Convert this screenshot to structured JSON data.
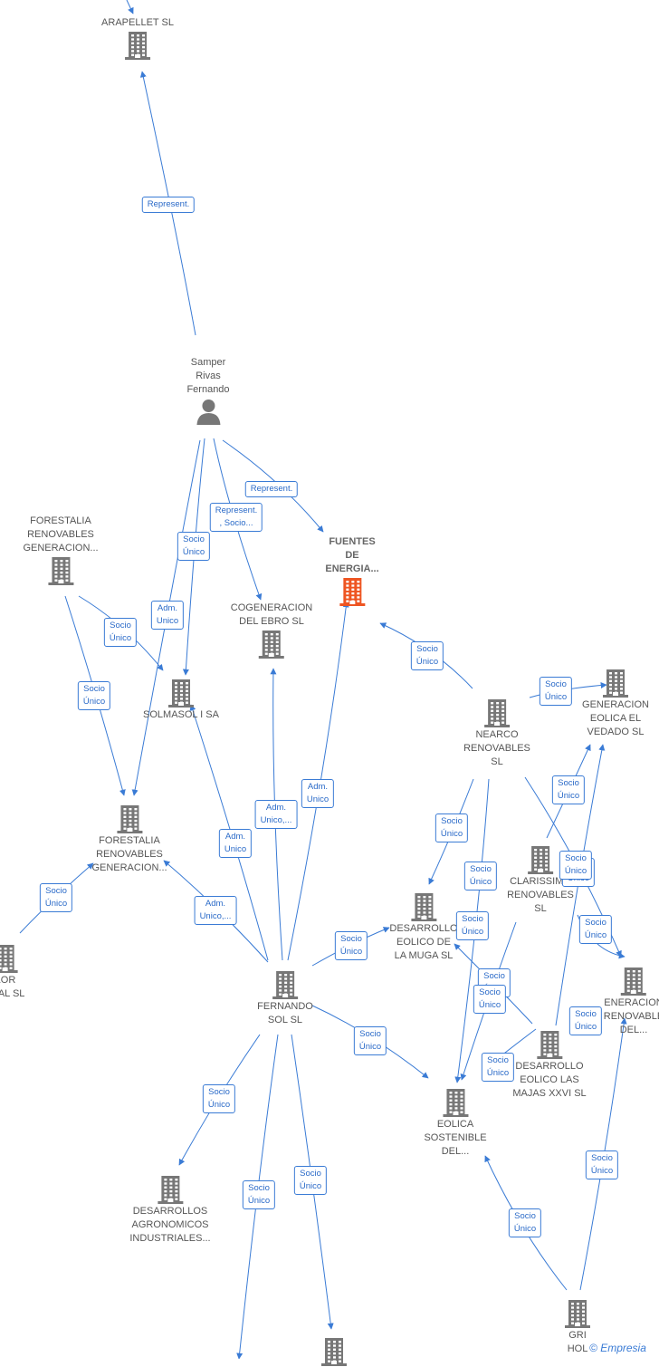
{
  "colors": {
    "edge": "#3a7bd5",
    "company": "#777777",
    "focus": "#ee5522",
    "person": "#777777"
  },
  "nodes": [
    {
      "id": "arapellet",
      "label": "ARAPELLET  SL",
      "type": "company"
    },
    {
      "id": "samper",
      "label": "Samper\nRivas\nFernando",
      "type": "person"
    },
    {
      "id": "forestalia1",
      "label": "FORESTALIA\nRENOVABLES\nGENERACION...",
      "type": "company"
    },
    {
      "id": "fuentes",
      "label": "FUENTES\nDE\nENERGIA...",
      "type": "focus"
    },
    {
      "id": "cogeneracion",
      "label": "COGENERACION\nDEL EBRO  SL",
      "type": "company"
    },
    {
      "id": "solmasol",
      "label": "SOLMASOL I SA",
      "type": "company"
    },
    {
      "id": "nearco",
      "label": "NEARCO\nRENOVABLES\nSL",
      "type": "company"
    },
    {
      "id": "vedado",
      "label": "GENERACION\nEOLICA EL\nVEDADO SL",
      "type": "company"
    },
    {
      "id": "forestalia2",
      "label": "FORESTALIA\nRENOVABLES\nGENERACION...",
      "type": "company"
    },
    {
      "id": "clarissimo",
      "label": "CLARISSIMO\nRENOVABLES\nSL",
      "type": "company"
    },
    {
      "id": "muga",
      "label": "DESARROLLO\nEOLICO DE\nLA MUGA SL",
      "type": "company"
    },
    {
      "id": "calor",
      "label": "LOR\nSTAL SL",
      "type": "company"
    },
    {
      "id": "fernando",
      "label": "FERNANDO\nSOL SL",
      "type": "company"
    },
    {
      "id": "renovable",
      "label": "ENERACION\nRENOVABLE\nDEL...",
      "type": "company"
    },
    {
      "id": "majas",
      "label": "DESARROLLO\nEOLICO LAS\nMAJAS XXVI  SL",
      "type": "company"
    },
    {
      "id": "eolica",
      "label": "EOLICA\nSOSTENIBLE\nDEL...",
      "type": "company"
    },
    {
      "id": "agronomicos",
      "label": "DESARROLLOS\nAGRONOMICOS\nINDUSTRIALES...",
      "type": "company"
    },
    {
      "id": "gri",
      "label": "GRI\nHOL",
      "type": "company"
    },
    {
      "id": "bottom",
      "label": "",
      "type": "company"
    }
  ],
  "edges": [
    {
      "label": "Represent."
    },
    {
      "label": "Represent."
    },
    {
      "label": "Represent.\n, Socio..."
    },
    {
      "label": "Represent."
    },
    {
      "label": "Adm.\nUnico"
    },
    {
      "label": "Socio\nÚnico"
    },
    {
      "label": "Socio\nÚnico"
    },
    {
      "label": "Socio\nÚnico"
    },
    {
      "label": "Socio\nÚnico"
    },
    {
      "label": "Adm.\nUnico"
    },
    {
      "label": "Adm.\nUnico,..."
    },
    {
      "label": "Adm.\nUnico"
    },
    {
      "label": "Adm.\nUnico,..."
    },
    {
      "label": "Socio\nÚnico"
    },
    {
      "label": "Socio\nÚnico"
    },
    {
      "label": "Socio\nÚnico"
    },
    {
      "label": "Socio\nÚnico"
    },
    {
      "label": "Socio\nÚnico"
    },
    {
      "label": "Socio\nÚnico"
    },
    {
      "label": "Socio\nÚnico"
    },
    {
      "label": "Socio\nÚnico"
    },
    {
      "label": "Socio\nÚnico"
    },
    {
      "label": "Socio\nÚnico"
    },
    {
      "label": "Socio\nÚnico"
    },
    {
      "label": "Socio\nÚnico"
    },
    {
      "label": "Socio\nÚnico"
    },
    {
      "label": "Socio\nÚnico"
    },
    {
      "label": "Socio\nÚnico"
    },
    {
      "label": "Socio\nÚnico"
    },
    {
      "label": "Socio\nÚnico"
    },
    {
      "label": "Socio\nÚnico"
    }
  ],
  "brand": {
    "copyright": "©",
    "name": "Empresia"
  }
}
